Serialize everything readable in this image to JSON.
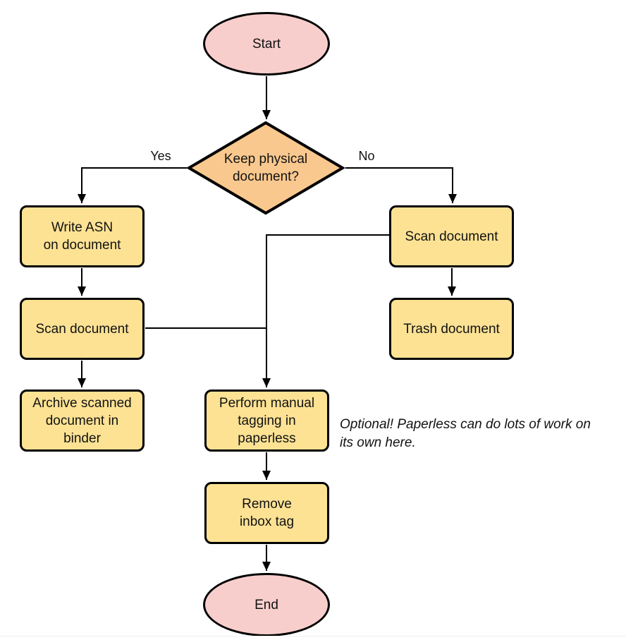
{
  "diagram": {
    "nodes": {
      "start": "Start",
      "decision": "Keep physical\ndocument?",
      "write_asn": "Write ASN\non document",
      "scan_left": "Scan document",
      "archive": "Archive scanned\ndocument in\nbinder",
      "scan_right": "Scan document",
      "trash": "Trash document",
      "tagging": "Perform manual\ntagging in\npaperless",
      "remove_inbox": "Remove\ninbox tag",
      "end": "End"
    },
    "edge_labels": {
      "yes": "Yes",
      "no": "No"
    },
    "note": "Optional! Paperless can do lots of work on\nits own here.",
    "colors": {
      "terminator_fill": "#f8cecc",
      "decision_fill": "#f9c88e",
      "process_fill": "#fde294",
      "stroke": "#000000",
      "divider": "#eef0f1"
    }
  }
}
